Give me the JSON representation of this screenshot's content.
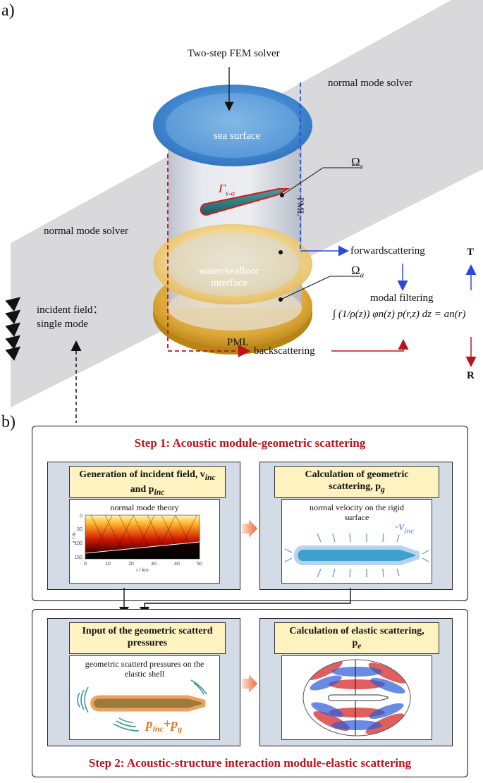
{
  "panel_a": {
    "letter": "a)",
    "fem_solver": "Two-step FEM solver",
    "normal_mode_right": "normal mode solver",
    "normal_mode_left": "normal mode solver",
    "sea_surface": "sea surface",
    "gamma_label": "Γ",
    "gamma_sub": "s-a",
    "omega_s": "Ω",
    "omega_s_sub": "s",
    "omega_a": "Ω",
    "omega_a_sub": "a",
    "pml_vertical": "PML",
    "pml_bottom": "PML",
    "interface_line1": "water/seafloor",
    "interface_line2": "interface",
    "incident_line1": "incident field：",
    "incident_line2": "single mode",
    "forward": "forwardscattering",
    "backward": "backscattering",
    "modal_filtering": "modal filtering",
    "equation": "∫ (1/ρ(z)) φn(z) p(r,z) dz = an(r)",
    "T": "T",
    "R": "R"
  },
  "panel_b": {
    "letter": "b)",
    "step1_title": "Step 1: Acoustic module-geometric scattering",
    "step2_title": "Step 2: Acoustic-structure interaction module-elastic scattering",
    "box1_header_line1": "Generation of incident field, v",
    "box1_header_sub1": "inc",
    "box1_header_line2": "and p",
    "box1_header_sub2": "inc",
    "box1_caption": "normal mode theory",
    "box2_header_line1": "Calculation of geometric",
    "box2_header_line2": "scattering, p",
    "box2_header_sub": "g",
    "box2_caption": "normal velocity on the rigid surface",
    "box2_label": "-v",
    "box2_label_sub": "inc",
    "box3_header_line1": "Input of the geometric  scatterd",
    "box3_header_line2": "pressures",
    "box3_caption": "geometric scatterd pressures on the elastic shell",
    "box3_label_p1": "p",
    "box3_label_sub1": "inc",
    "box3_label_plus": "+",
    "box3_label_p2": "p",
    "box3_label_sub2": "g",
    "box4_header_line1": "Calculation of elastic scattering,",
    "box4_header_line2": "p",
    "box4_header_sub": "e"
  },
  "heatmap": {
    "xlabel": "r / km",
    "ylabel": "z / m",
    "xticks": [
      "0",
      "10",
      "20",
      "30",
      "40",
      "50"
    ],
    "yticks": [
      "0",
      "50",
      "100",
      "150"
    ]
  },
  "colors": {
    "step_title": "#c0121a",
    "header_fill": "#fdf2c0",
    "panel_fill": "#d3dbe6",
    "forward_arrow": "#2a4bd7",
    "back_arrow": "#c0121a"
  }
}
